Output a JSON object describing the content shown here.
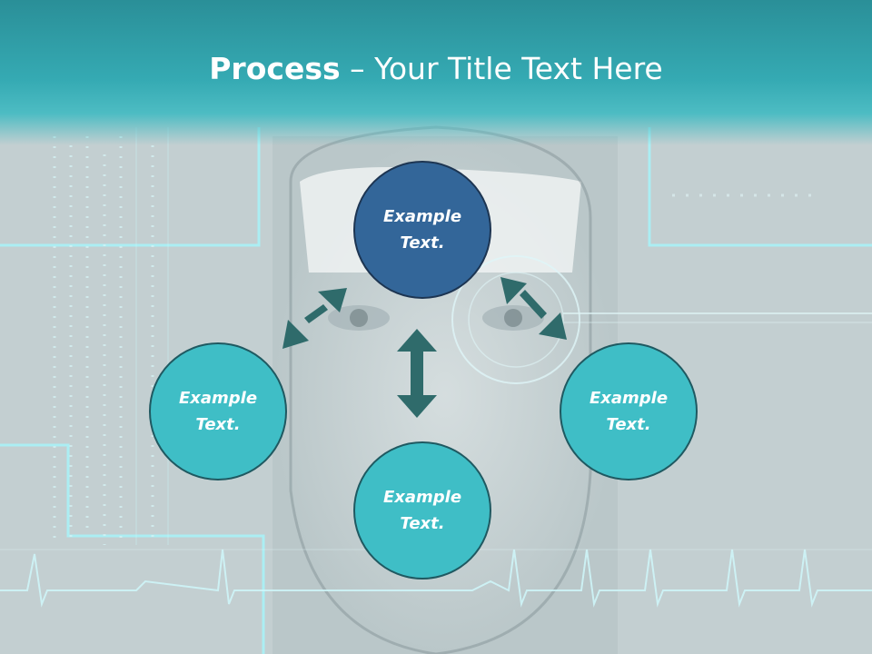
{
  "slide": {
    "title_bold": "Process",
    "title_rest": " – Your Title Text Here"
  },
  "diagram": {
    "nodes": [
      {
        "id": "top",
        "label": "Example Text.",
        "style": "blue"
      },
      {
        "id": "left",
        "label": "Example Text.",
        "style": "teal"
      },
      {
        "id": "bottom",
        "label": "Example Text.",
        "style": "teal"
      },
      {
        "id": "right",
        "label": "Example Text.",
        "style": "teal"
      }
    ],
    "arrows": [
      {
        "from": "top",
        "to": "left",
        "direction": "bidirectional"
      },
      {
        "from": "top",
        "to": "bottom",
        "direction": "bidirectional"
      },
      {
        "from": "top",
        "to": "right",
        "direction": "bidirectional"
      }
    ]
  },
  "colors": {
    "title_band": "#35aab3",
    "node_teal": "#3fbec6",
    "node_blue": "#336699",
    "arrow": "#2f6b6b",
    "text": "#ffffff"
  }
}
